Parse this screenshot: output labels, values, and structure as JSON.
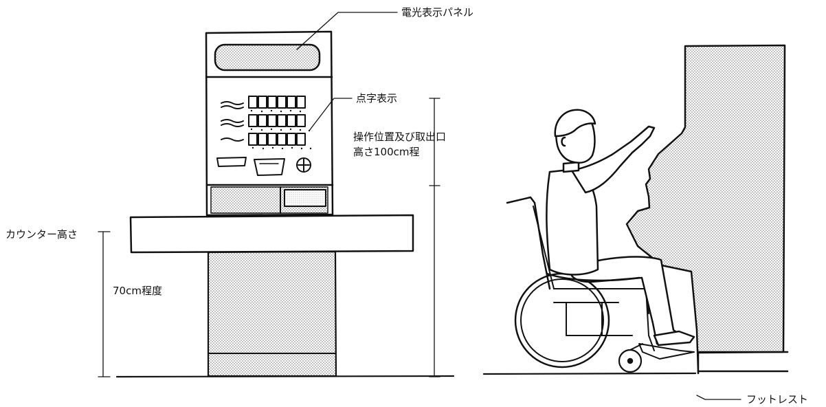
{
  "labels": {
    "display_panel": "電光表示パネル",
    "braille": "点字表示",
    "operation_line1": "操作位置及び取出口",
    "operation_line2": "高さ100cm程",
    "counter_height": "カウンター高さ",
    "counter_value": "70cm程度",
    "footrest": "フットレスト"
  },
  "colors": {
    "ink": "#111111",
    "dot": "#6f6f6f",
    "paper": "#ffffff"
  }
}
